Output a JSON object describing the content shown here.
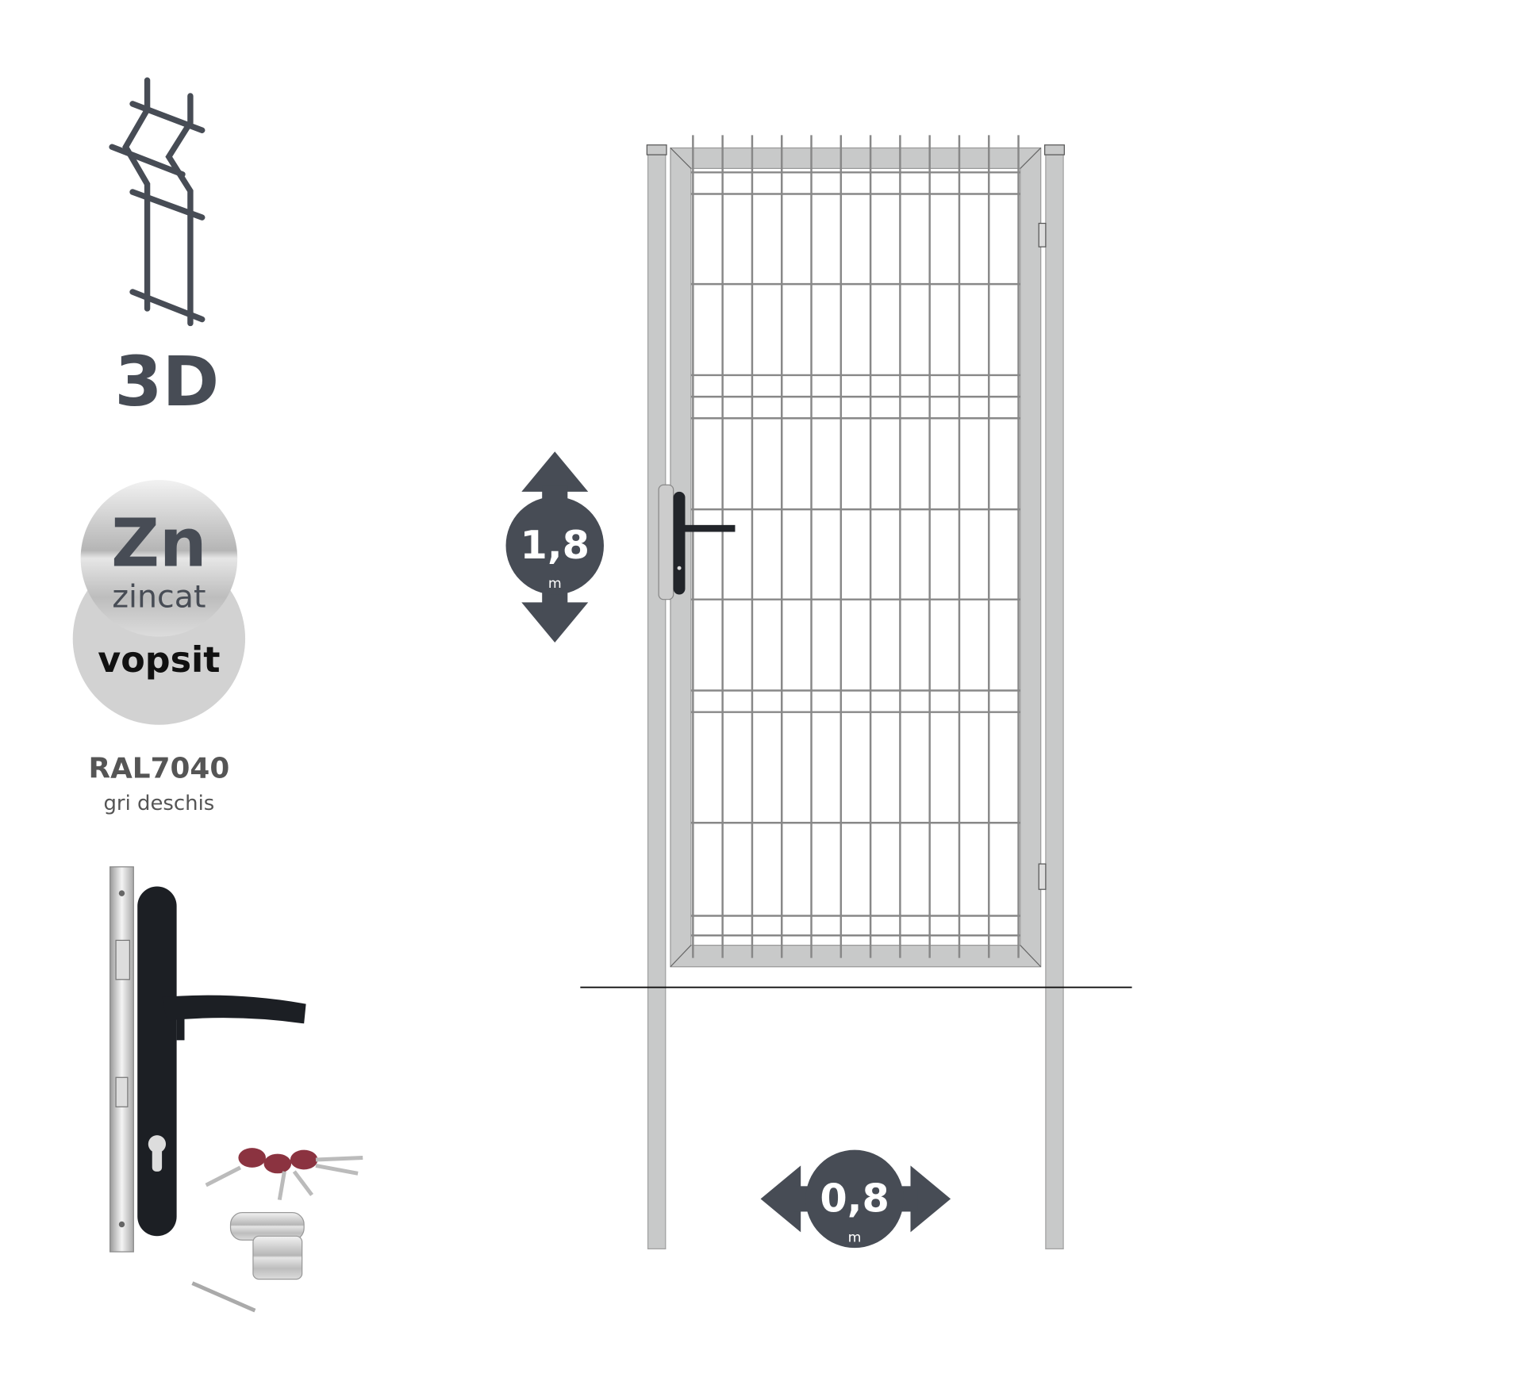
{
  "features": {
    "mesh_type": {
      "label": "3D",
      "icon": "3d-mesh-icon"
    },
    "coating": {
      "zinc_symbol": "Zn",
      "zinc_label": "zincat",
      "paint_label": "vopsit",
      "icon": "zinc-coating-badge"
    },
    "color": {
      "code": "RAL7040",
      "name": "gri deschis"
    },
    "accessories": {
      "icon": "lock-handle-keys-cylinder-image"
    }
  },
  "dimensions": {
    "height": {
      "value": "1,8",
      "unit": "m"
    },
    "width": {
      "value": "0,8",
      "unit": "m"
    }
  },
  "colors": {
    "badge": "#474c55",
    "frame": "#c8c9c9",
    "text_dark": "#474c55"
  }
}
